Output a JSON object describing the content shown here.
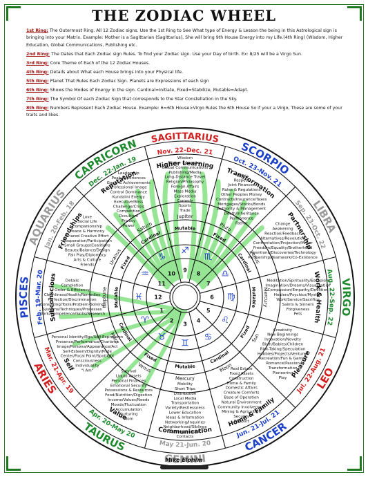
{
  "title": "THE ZODIAC WHEEL",
  "rules": [
    {
      "title": "1st Ring:",
      "text": "The Outermost Ring. All 12 Zodiac signs. Use the 1st Ring to See What type of Energy & Lesson the being in this Astrological sign is bringing into your Matrix. Example: Mother is a Sagittarian (Sagittarius), She will bring 9th House Energy into my Life.(4th Ring) (Wisdom, Higher Education, Global Communications, Publishing etc."
    },
    {
      "title": "2nd Ring:",
      "text": "The Dates that Each Zodiac sign Rules. To find your Zodiac sign. Use your Day of birth. Ex: 8/25 will be a Virgo Sun."
    },
    {
      "title": "3rd Ring:",
      "text": "Core Theme of Each of the 12 Zodiac Houses."
    },
    {
      "title": "4th Ring:",
      "text": "Details about What each House brings into your Physical life."
    },
    {
      "title": "5th Ring:",
      "text": "Planet That Rules Each Zodiac Sign. Planets are Expressions of each sign"
    },
    {
      "title": "6th Ring:",
      "text": "Shows the Modes of Energy in the sign. Cardinal=Initiate, Fixed=Stabilize, Mutable=Adapt."
    },
    {
      "title": "7th Ring:",
      "text": "The Symbol Of each Zodiac Sign that corresponds to the Star Constellation in the Sky."
    },
    {
      "title": "8th Ring:",
      "text": "Numbers Represent Each Zodiac House. Example: 6=6th House>Virgo Rules the 6th House So if your a Virgo, These are some of your traits and likes."
    }
  ],
  "signs": [
    {
      "name": "SAGITTARIUS",
      "dates": "Nov. 22-Dec. 21",
      "theme": "Higher Learning",
      "planet": "Jupiter",
      "mode": "Mutable",
      "glyph": "♐",
      "number": "9",
      "color": "#d21f1f",
      "traits": [
        "Wisdom",
        "Higher Education",
        "Global Communications",
        "Publishing/Media",
        "Long-Distance Travel",
        "Religion/Philosophy",
        "Foreign Affairs",
        "Mass Media",
        "Exploration",
        "Comedy",
        "Sports",
        "Trade"
      ]
    },
    {
      "name": "SCORPIO",
      "dates": "Oct. 23-Nov. 21",
      "theme": "Transformation",
      "planet": "Pluto",
      "mode": "Fixed",
      "glyph": "♏",
      "number": "8",
      "color": "#1c3fc7",
      "traits": [
        "Duty",
        "Respect",
        "Joint Finances",
        "Rules & Regulations",
        "Other Peoples Money",
        "Contracts/Insurance/Taxes",
        "Mortgages/Stocks/Bonds",
        "Authority & Management",
        "Death/Inheritance",
        "Permanence",
        "Father"
      ]
    },
    {
      "name": "LIBRA",
      "dates": "Sep. 23-Oct. 22",
      "theme": "Partnership",
      "planet": "Venus",
      "mode": "Cardinal",
      "glyph": "♎",
      "number": "7",
      "color": "#9a9a9a",
      "traits": [
        "Change",
        "Awakening",
        "Reaction/Feedback",
        "Alternatives/Revolution",
        "Confrontation/Projection/Mirror",
        "Freedom/Equality/Brotherhood",
        "Inventions/Discoveries/Technology",
        "Partnership/Teamwork/Co-Existence"
      ]
    },
    {
      "name": "VIRGO",
      "dates": "Aug. 22-Sep. 22",
      "theme": "Work & Health",
      "planet": "Mercury",
      "mode": "Mutable",
      "glyph": "♍",
      "number": "6",
      "color": "#1e8a2e",
      "traits": [
        "Meditation/Spirituality/Escapism",
        "Imagination/Dreams/Visualization",
        "Compassion/Empathy/Devotion",
        "Healers/Psychics/Mystics",
        "Work/Service/Sacrifice",
        "Saints & Sinners",
        "Forgiveness",
        "Pets"
      ]
    },
    {
      "name": "LEO",
      "dates": "Jul. 22-Aug. 21",
      "theme": "Pleasure",
      "planet": "Sun",
      "mode": "Fixed",
      "glyph": "♌",
      "number": "5",
      "color": "#d21f1f",
      "traits": [
        "Creativity",
        "New Beginnings",
        "Innovation/Novelty",
        "Birth/Babies/Children",
        "Risk-Taking/Speculation",
        "Hobbies/Projects/Ventures",
        "Recreation/Fun & Games",
        "Romance/Passion",
        "Transformation",
        "Pioneering",
        "Play"
      ]
    },
    {
      "name": "CANCER",
      "dates": "Jun. 21-Jul. 21",
      "theme": "Home & Family",
      "planet": "Moon",
      "mode": "Cardinal",
      "glyph": "♋",
      "number": "4",
      "color": "#1c3fc7",
      "traits": [
        "Real Estate",
        "Fixed Assets",
        "Construction",
        "Home & Family",
        "Domestic Affairs",
        "Creature Comforts",
        "Base of Operation",
        "Natural Environment",
        "Community Involvement",
        "Mining & Agriculture",
        "Security",
        "Support"
      ]
    },
    {
      "name": "GEMINI",
      "dates": "May 21-Jun. 20",
      "theme": "Communication",
      "planet": "Mercury",
      "mode": "Mutable",
      "glyph": "♊",
      "number": "3",
      "color": "#9a9a9a",
      "traits": [
        "Mobility",
        "Short Trips",
        "Distribution",
        "Local Media",
        "Transportation",
        "Variety/Restlessness",
        "Lower Education",
        "Ideas & Information",
        "Networking/Inquiries",
        "Neighborhood/Siblings",
        "Communication",
        "Contacts"
      ]
    },
    {
      "name": "TAURUS",
      "dates": "Apr. 20-May 20",
      "theme": "Value",
      "planet": "Venus",
      "mode": "Fixed",
      "glyph": "♉",
      "number": "2",
      "color": "#1e8a2e",
      "traits": [
        "Survival",
        "Liquid Assets",
        "Personal Finances",
        "Emotional Security",
        "Possessions & Resources",
        "Food/Nutrition/Digestion",
        "Income/Values/Needs",
        "Moods/Fluctuation",
        "Accumulation",
        "Nurturing",
        "Mom"
      ]
    },
    {
      "name": "ARIES",
      "dates": "Mar. 21-Apr. 19",
      "theme": "Self",
      "planet": "Mars",
      "mode": "Cardinal",
      "glyph": "♈",
      "number": "1",
      "color": "#d21f1f",
      "traits": [
        "Personal Identity/Ego/Self-Expression",
        "Presence/Performance/Charisma",
        "Image/Persona/Appearance/Act",
        "Self-Esteem/Dignity/Pride",
        "Center/Focal Point/Spotlight",
        "Consciousness",
        "Individuality",
        "\"I Am\""
      ]
    },
    {
      "name": "PISCES",
      "dates": "Feb. 19-Mar. 20",
      "theme": "Subconscious",
      "planet": "Neptune",
      "mode": "Mutable",
      "glyph": "♓",
      "number": "12",
      "color": "#1c3fc7",
      "traits": [
        "Details",
        "Completion",
        "Order & Efficiency",
        "Cleanliness/Health/Remedies",
        "Perfection/Discrimination",
        "Consulting/Tools/Problem-Solving",
        "Systems/Techniques/Processes",
        "Work/Competence/Skills/Research"
      ]
    },
    {
      "name": "AQUARIUS",
      "dates": "Jan. 20-Feb. 18",
      "theme": "Friendships",
      "planet": "Uranus",
      "mode": "Fixed",
      "glyph": "♒",
      "number": "11",
      "color": "#9a9a9a",
      "traits": [
        "Love",
        "Social Life",
        "Companionship",
        "Peace & Harmony",
        "Shared Creative Effort",
        "Cooperation/Participation",
        "Small Groups/Coalitions",
        "Beauty/Balance/Design",
        "Fair Play/Diplomacy",
        "Arts & Culture",
        "Friends"
      ]
    },
    {
      "name": "CAPRICORN",
      "dates": "Dec. 22-Jan. 19",
      "theme": "Reputation",
      "planet": "Saturn",
      "mode": "Cardinal",
      "glyph": "♑",
      "number": "10",
      "color": "#1e8a2e",
      "traits": [
        "Leadership",
        "Peak Experiences",
        "Goals & Achievements",
        "Professional Image",
        "Control Dominance",
        "Kundalini Energy",
        "Executive/Boss",
        "Challenge/Crisis",
        "Competition",
        "Occultism",
        "Privacy",
        "Power"
      ]
    }
  ],
  "signature": "Mike Elohim"
}
